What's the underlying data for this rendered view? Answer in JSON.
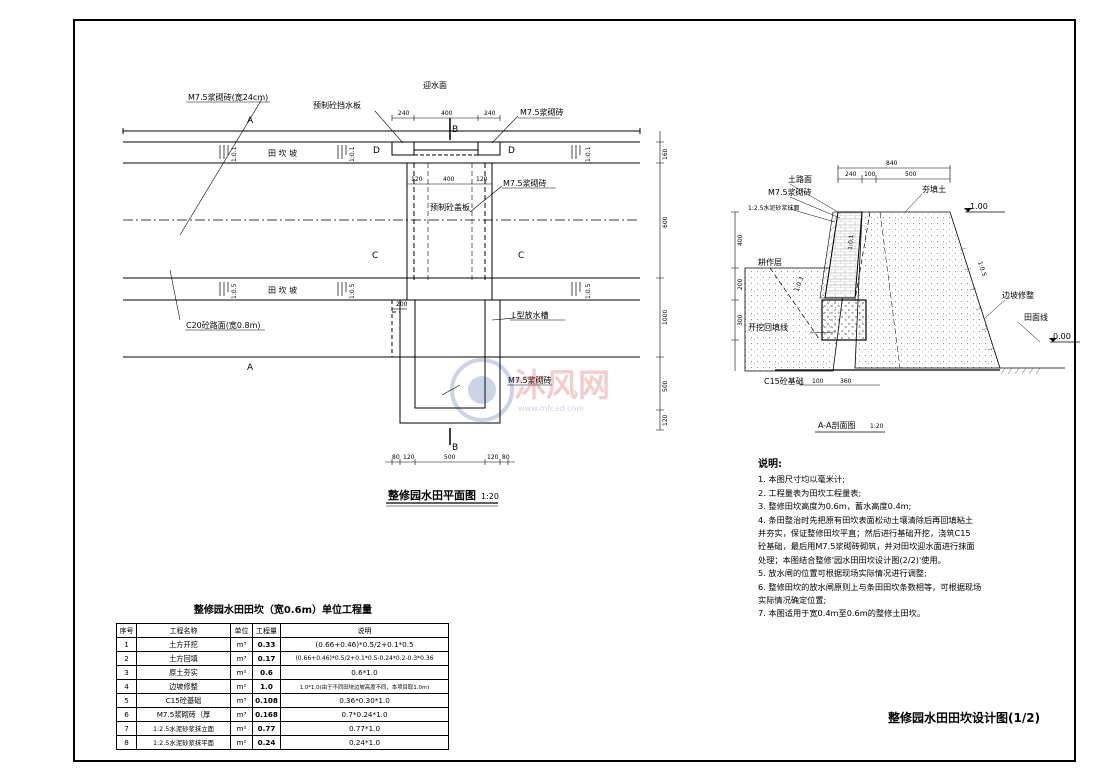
{
  "plan": {
    "top_note": "迎水面",
    "label_m75_width": "M7.5浆砌砖(宽24cm)",
    "label_precast_board": "预制砼挡水板",
    "label_m75_right": "M7.5浆砌砖",
    "label_m75_mid": "M7.5浆砌砖",
    "label_precast_cover": "预制砼盖板",
    "label_c20_road": "C20砼路面(宽0.8m)",
    "label_l_channel": "L型放水槽",
    "label_m75_bottom": "M7.5浆砌砖",
    "ridge_slope_top": "田 坎 坡",
    "ridge_slope_bottom": "田 坎 坡",
    "section_a": "A",
    "section_b": "B",
    "section_c": "C",
    "section_d": "D",
    "slope_01": "1:0.1",
    "slope_05": "1:0.5",
    "dim_top": [
      "240",
      "400",
      "240"
    ],
    "dim_mid": [
      "120",
      "400",
      "120"
    ],
    "dim_200": "200",
    "dim_bottom": [
      "80",
      "120",
      "500",
      "120",
      "80"
    ],
    "dim_right": [
      "160",
      "600",
      "1000",
      "500",
      "120"
    ],
    "title": "整修园水田平面图",
    "scale": "1:20"
  },
  "section": {
    "label_road_surface": "土路面",
    "label_m75": "M7.5浆砌砖",
    "label_mortar": "1:2.5水泥砂浆抹面",
    "label_backfill": "夯填土",
    "label_tillage": "耕作层",
    "label_excavation": "开挖回填线",
    "label_slope_repair": "边坡修整",
    "label_field_line": "田面线",
    "label_c15": "C15砼基础",
    "level_top": "1.00",
    "level_bottom": "0.00",
    "slope_left": "1:0.1",
    "slope_right": "1:0.5",
    "slope_cut": "1:0.3",
    "dim_top_total": "840",
    "dim_top_parts": [
      "240",
      "100",
      "500"
    ],
    "dim_left": [
      "400",
      "200",
      "300"
    ],
    "dim_base": [
      "100",
      "360"
    ],
    "title": "A-A剖面图",
    "scale": "1:20"
  },
  "notes": {
    "title": "说明:",
    "items": [
      "1. 本图尺寸均以毫米计;",
      "2. 工程量表为田坎工程量表;",
      "3. 整修田坎高度为0.6m，蓄水高度0.4m;",
      "4. 条田整治时先把原有田坎表面松动土壤清除后再回填粘土\n    并夯实，保证整修田坎平直；然后进行基础开挖，浇筑C15\n    砼基础，最后用M7.5浆砌砖砌筑，并对田坎迎水面进行抹面\n    处理；本图结合整修'园水田田坎设计图(2/2)'使用。",
      "5. 放水闸的位置可根据现场实际情况进行调整;",
      "6. 整修田坎的放水闸原则上与条田田坎条数相等，可根据现场\n    实际情况确定位置;",
      "7. 本图适用于宽0.4m至0.6m的整修土田坎。"
    ]
  },
  "quantity_table": {
    "title": "整修园水田田坎（宽0.6m）单位工程量",
    "headers": [
      "序号",
      "工程名称",
      "单位",
      "工程量",
      "说明"
    ],
    "rows": [
      [
        "1",
        "土方开挖",
        "m³",
        "0.33",
        "(0.66+0.46)*0.5/2+0.1*0.5"
      ],
      [
        "2",
        "土方回填",
        "m³",
        "0.17",
        "(0.66+0.46)*0.5/2+0.1*0.5-0.24*0.2-0.3*0.36"
      ],
      [
        "3",
        "原土夯实",
        "m²",
        "0.6",
        "0.6*1.0"
      ],
      [
        "4",
        "边坡修整",
        "m²",
        "1.0",
        "1.0*1.0(由于不同田块边坡高度不同，本项目取1.0m)"
      ],
      [
        "5",
        "C15砼基础",
        "m³",
        "0.108",
        "0.36*0.30*1.0"
      ],
      [
        "6",
        "M7.5浆砌砖（厚",
        "m³",
        "0.168",
        "0.7*0.24*1.0"
      ],
      [
        "7",
        "1:2.5水泥砂浆抹立面",
        "m²",
        "0.77",
        "0.77*1.0"
      ],
      [
        "8",
        "1:2.5水泥砂浆抹平面",
        "m²",
        "0.24",
        "0.24*1.0"
      ]
    ]
  },
  "sheet_title": "整修园水田田坎设计图(1/2)",
  "watermark": {
    "text_cn": "沐风网",
    "text_url": "www.mfcad.com"
  }
}
